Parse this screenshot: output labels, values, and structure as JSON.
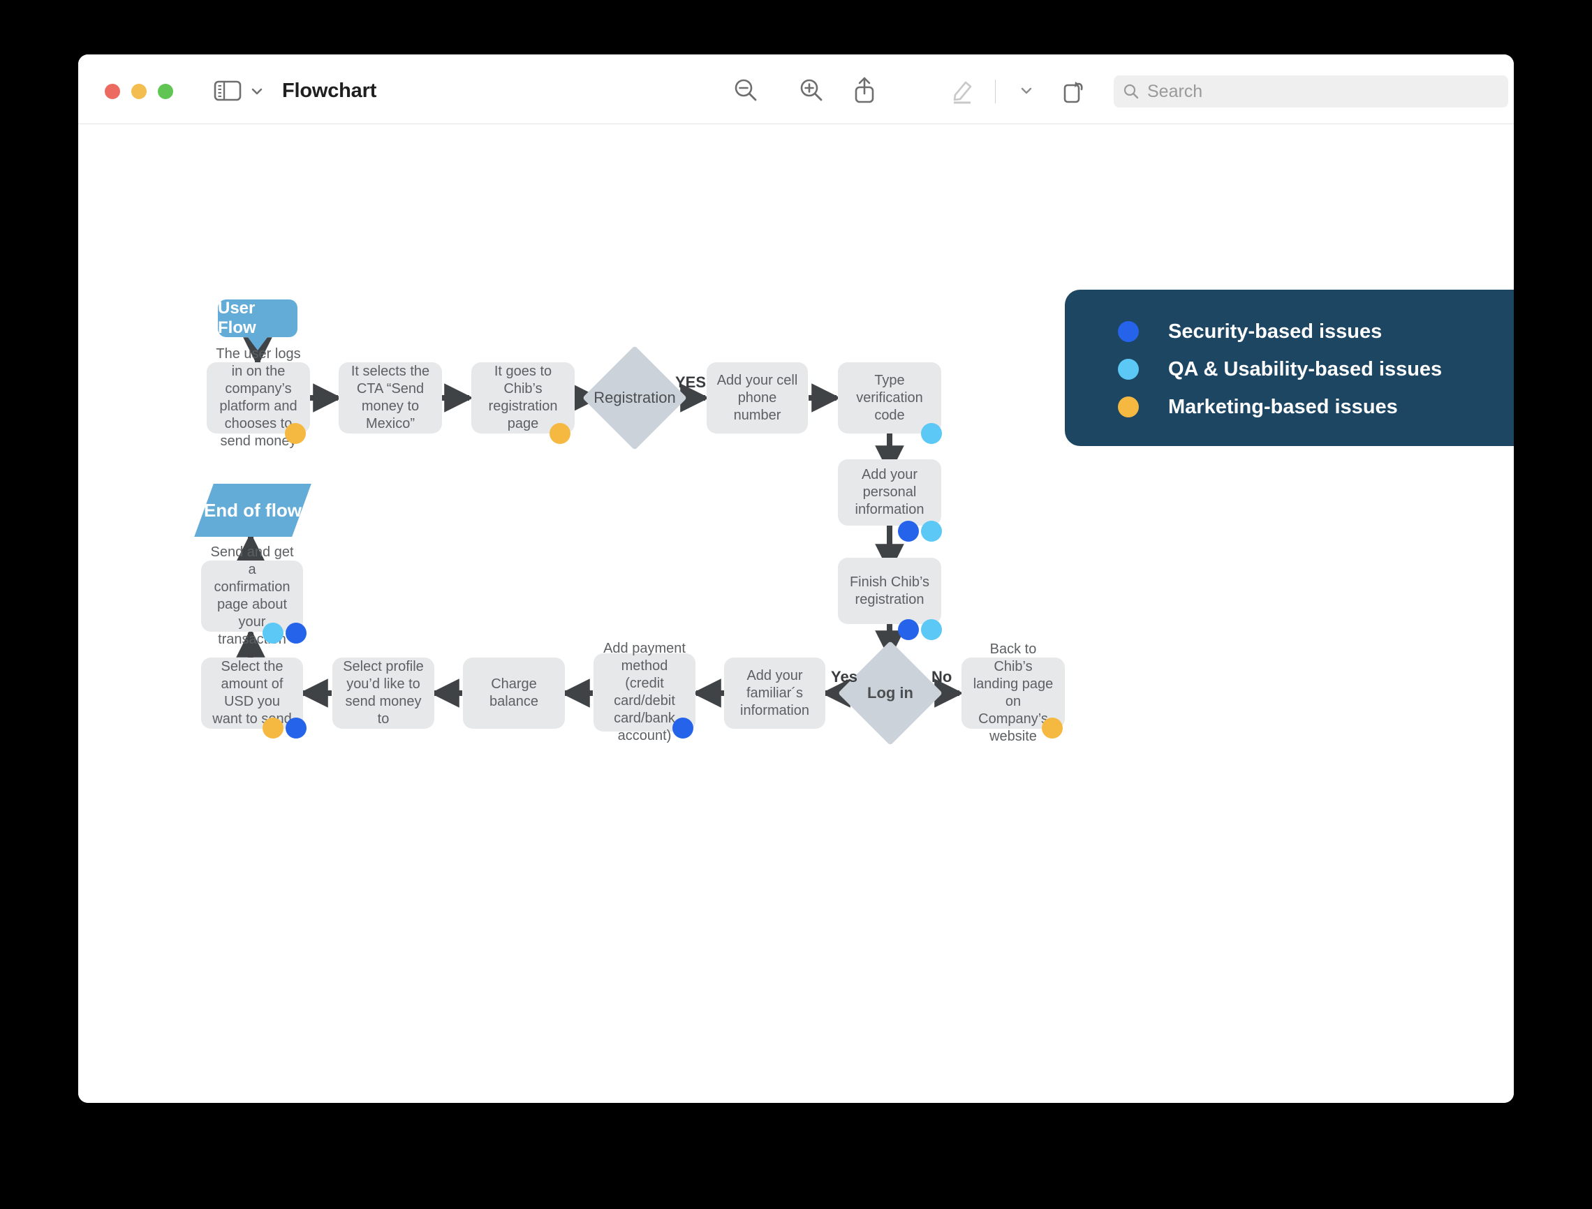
{
  "window": {
    "title": "Flowchart",
    "traffic_lights": [
      "close",
      "minimize",
      "zoom"
    ]
  },
  "toolbar": {
    "sidebar_toggle": "sidebar-toggle",
    "sidebar_chevron": "chevron-down",
    "buttons": [
      {
        "name": "zoom-out",
        "label": "Zoom Out"
      },
      {
        "name": "zoom-in",
        "label": "Zoom In"
      },
      {
        "name": "share",
        "label": "Share"
      },
      {
        "name": "markup",
        "label": "Markup"
      },
      {
        "name": "markup-options",
        "label": "Markup Options"
      },
      {
        "name": "rotate",
        "label": "Rotate"
      },
      {
        "name": "annotate",
        "label": "Annotate"
      }
    ]
  },
  "search": {
    "placeholder": "Search",
    "value": ""
  },
  "legend": {
    "background": "#1d4663",
    "items": [
      {
        "label": "Security-based issues",
        "color": "#2563eb"
      },
      {
        "label": "QA & Usability-based issues",
        "color": "#5bc8f5"
      },
      {
        "label": "Marketing-based issues",
        "color": "#f5b942"
      }
    ]
  },
  "palette": {
    "node_fill": "#e6e8ea",
    "diamond_fill": "#ccd2d9",
    "accent_blue": "#64acd8",
    "arrow": "#3f4346",
    "security": "#2563eb",
    "qa": "#5bc8f5",
    "marketing": "#f5b942"
  },
  "flowchart": {
    "type": "flowchart",
    "title": "Flowchart",
    "start_label": "User Flow",
    "end_label": "End of flow",
    "nodes": [
      {
        "id": "n1",
        "label": "The user logs in on the company’s platform and chooses to send money",
        "shape": "rect",
        "tags": [
          "marketing"
        ]
      },
      {
        "id": "n2",
        "label": "It selects the CTA “Send money to Mexico”",
        "shape": "rect",
        "tags": []
      },
      {
        "id": "n3",
        "label": "It goes to Chib’s registration page",
        "shape": "rect",
        "tags": [
          "marketing"
        ]
      },
      {
        "id": "d1",
        "label": "Registration",
        "shape": "diamond",
        "tags": []
      },
      {
        "id": "n4",
        "label": "Add your cell phone number",
        "shape": "rect",
        "tags": []
      },
      {
        "id": "n5",
        "label": "Type verification code",
        "shape": "rect",
        "tags": [
          "qa"
        ]
      },
      {
        "id": "n6",
        "label": "Add your personal information",
        "shape": "rect",
        "tags": [
          "security",
          "qa"
        ]
      },
      {
        "id": "n7",
        "label": "Finish Chib’s registration",
        "shape": "rect",
        "tags": [
          "security",
          "qa"
        ]
      },
      {
        "id": "d2",
        "label": "Log in",
        "shape": "diamond",
        "tags": []
      },
      {
        "id": "n8",
        "label": "Back to Chib’s landing page on Company’s website",
        "shape": "rect",
        "tags": [
          "marketing"
        ]
      },
      {
        "id": "n9",
        "label": "Add your familiar´s information",
        "shape": "rect",
        "tags": []
      },
      {
        "id": "n10",
        "label": "Add payment method (credit card/debit card/bank account)",
        "shape": "rect",
        "tags": [
          "security"
        ]
      },
      {
        "id": "n11",
        "label": "Charge balance",
        "shape": "rect",
        "tags": []
      },
      {
        "id": "n12",
        "label": "Select profile you’d like to send money to",
        "shape": "rect",
        "tags": []
      },
      {
        "id": "n13",
        "label": "Select the amount of USD you want to send",
        "shape": "rect",
        "tags": [
          "marketing",
          "security"
        ]
      },
      {
        "id": "n14",
        "label": "Send and get a confirmation page about your transaction",
        "shape": "rect",
        "tags": [
          "qa",
          "security"
        ]
      }
    ],
    "edge_labels": [
      {
        "id": "e-yes-registration",
        "text": "YES"
      },
      {
        "id": "e-yes-login",
        "text": "Yes"
      },
      {
        "id": "e-no-login",
        "text": "No"
      }
    ]
  }
}
